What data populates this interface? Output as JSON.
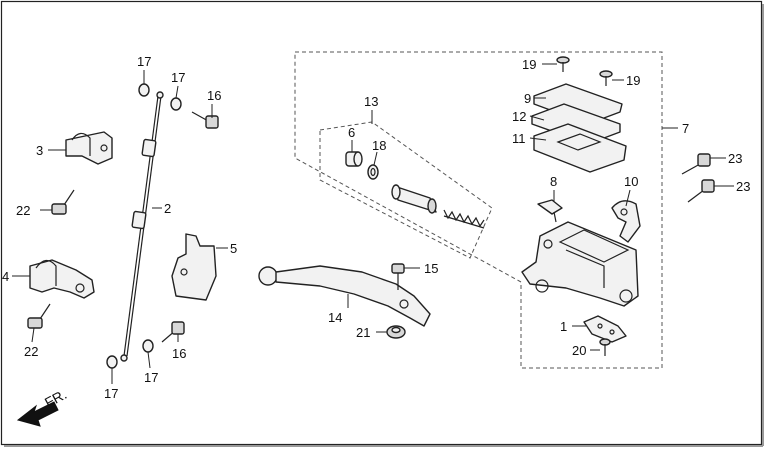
{
  "direction_label": "FR.",
  "callouts": [
    {
      "id": "c17a",
      "text": "17"
    },
    {
      "id": "c17b",
      "text": "17"
    },
    {
      "id": "c16a",
      "text": "16"
    },
    {
      "id": "c3",
      "text": "3"
    },
    {
      "id": "c2",
      "text": "2"
    },
    {
      "id": "c22a",
      "text": "22"
    },
    {
      "id": "c4",
      "text": "4"
    },
    {
      "id": "c22b",
      "text": "22"
    },
    {
      "id": "c5",
      "text": "5"
    },
    {
      "id": "c16b",
      "text": "16"
    },
    {
      "id": "c17c",
      "text": "17"
    },
    {
      "id": "c17d",
      "text": "17"
    },
    {
      "id": "c13",
      "text": "13"
    },
    {
      "id": "c6",
      "text": "6"
    },
    {
      "id": "c18",
      "text": "18"
    },
    {
      "id": "c15",
      "text": "15"
    },
    {
      "id": "c14",
      "text": "14"
    },
    {
      "id": "c21",
      "text": "21"
    },
    {
      "id": "c19a",
      "text": "19"
    },
    {
      "id": "c19b",
      "text": "19"
    },
    {
      "id": "c9",
      "text": "9"
    },
    {
      "id": "c12",
      "text": "12"
    },
    {
      "id": "c11",
      "text": "11"
    },
    {
      "id": "c7",
      "text": "7"
    },
    {
      "id": "c23a",
      "text": "23"
    },
    {
      "id": "c23b",
      "text": "23"
    },
    {
      "id": "c8",
      "text": "8"
    },
    {
      "id": "c10",
      "text": "10"
    },
    {
      "id": "c1",
      "text": "1"
    },
    {
      "id": "c20",
      "text": "20"
    }
  ]
}
